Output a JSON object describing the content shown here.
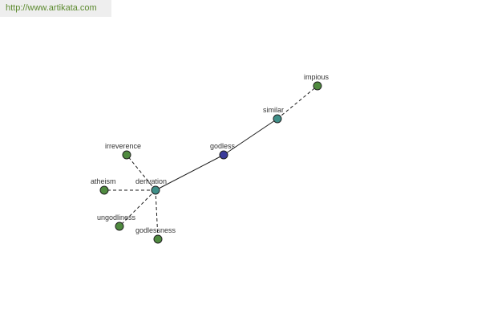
{
  "header": {
    "url": "http://www.artikata.com"
  },
  "colors": {
    "center": "#3b3b9a",
    "intermediate": "#3f8f88",
    "leaf": "#4f8a3f"
  },
  "nodes": {
    "godless": {
      "label": "godless",
      "color_role": "center"
    },
    "similar": {
      "label": "similar",
      "color_role": "intermediate"
    },
    "impious": {
      "label": "impious",
      "color_role": "leaf"
    },
    "derivation": {
      "label": "derivation",
      "color_role": "intermediate"
    },
    "irreverence": {
      "label": "irreverence",
      "color_role": "leaf"
    },
    "atheism": {
      "label": "atheism",
      "color_role": "leaf"
    },
    "ungodliness": {
      "label": "ungodliness",
      "color_role": "leaf"
    },
    "godlessness": {
      "label": "godlessness",
      "color_role": "leaf"
    }
  },
  "edges": [
    {
      "from": "godless",
      "to": "similar",
      "style": "solid"
    },
    {
      "from": "similar",
      "to": "impious",
      "style": "dashed"
    },
    {
      "from": "godless",
      "to": "derivation",
      "style": "solid"
    },
    {
      "from": "derivation",
      "to": "irreverence",
      "style": "dashed"
    },
    {
      "from": "derivation",
      "to": "atheism",
      "style": "dashed"
    },
    {
      "from": "derivation",
      "to": "ungodliness",
      "style": "dashed"
    },
    {
      "from": "derivation",
      "to": "godlessness",
      "style": "dashed"
    }
  ]
}
